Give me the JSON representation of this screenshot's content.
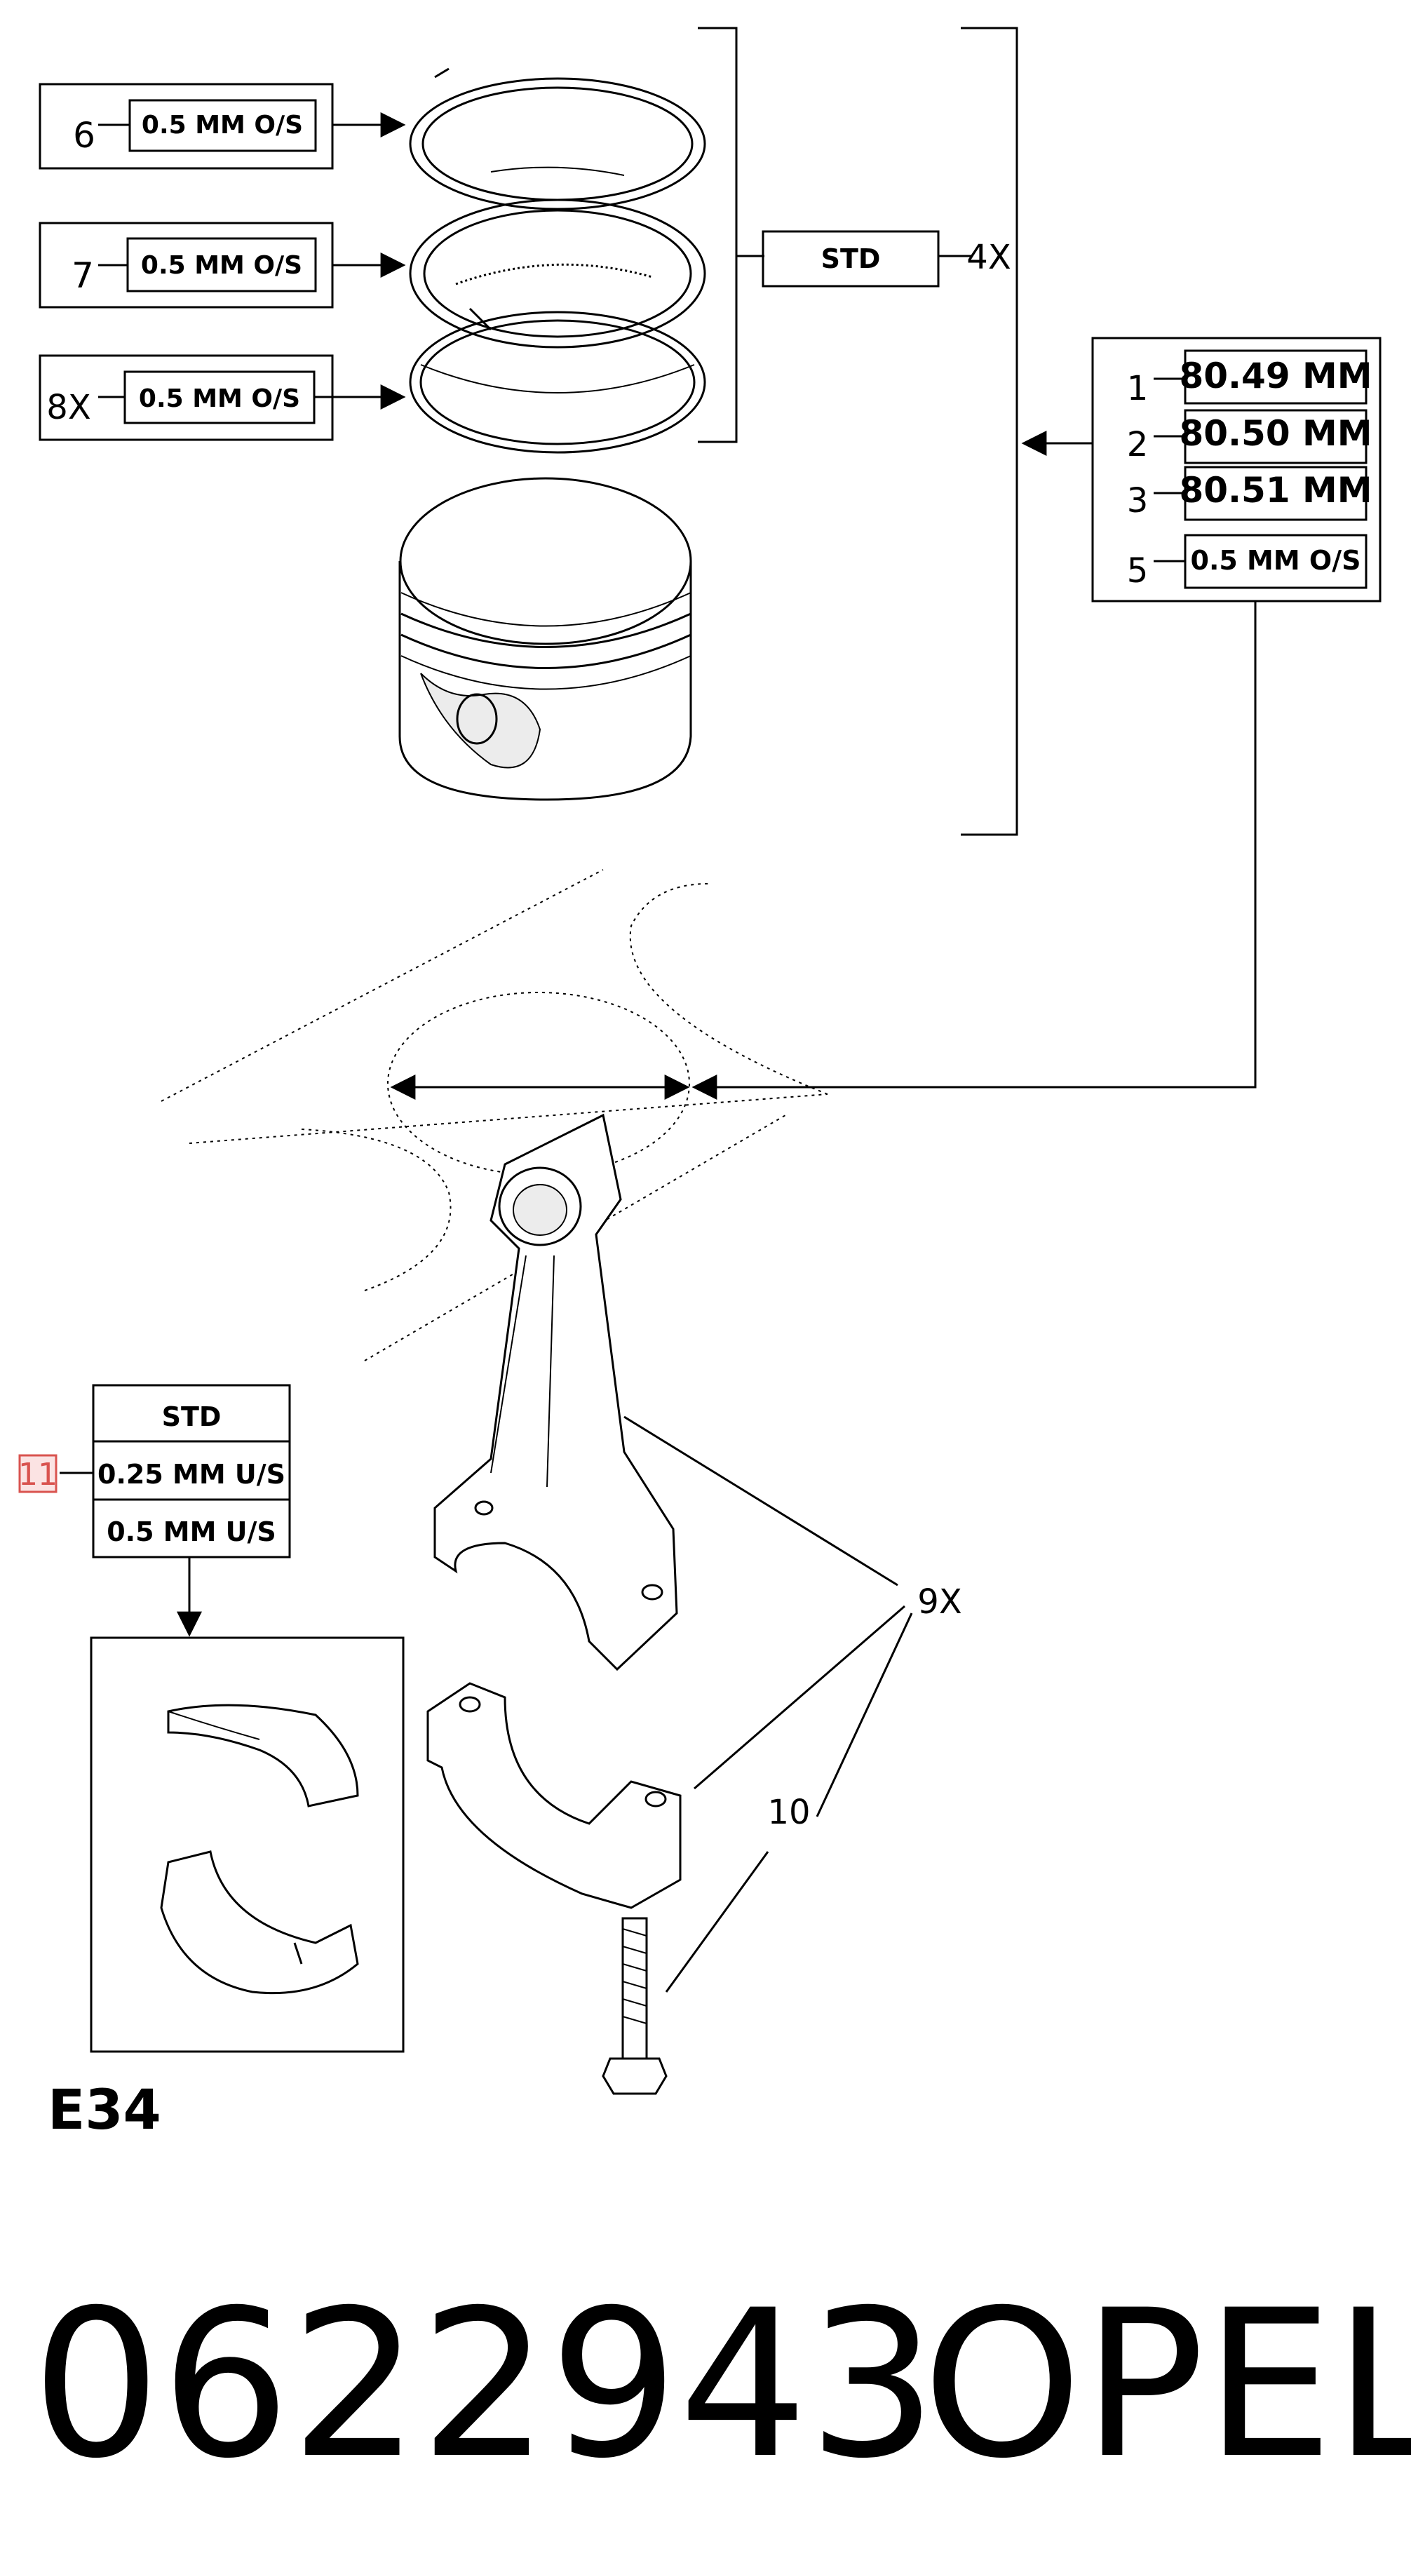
{
  "callouts": {
    "c1": "1",
    "c2": "2",
    "c3": "3",
    "c4": "4X",
    "c5": "5",
    "c6": "6",
    "c7": "7",
    "c8": "8X",
    "c9": "9X",
    "c10": "10",
    "c11": "11"
  },
  "rings": {
    "top_label": "0.5 MM O/S",
    "second_label": "0.5 MM O/S",
    "oil_label": "0.5 MM O/S",
    "set_label": "STD"
  },
  "piston_sizes": [
    "80.49 MM",
    "80.50 MM",
    "80.51 MM"
  ],
  "piston_oversize": "0.5 MM O/S",
  "bearing_sizes": [
    "STD",
    "0.25 MM U/S",
    "0.5 MM U/S"
  ],
  "engine_code": "E34",
  "part_number": "0622943",
  "brand": "OPEL",
  "colors": {
    "highlight_box": "#d9534f"
  }
}
